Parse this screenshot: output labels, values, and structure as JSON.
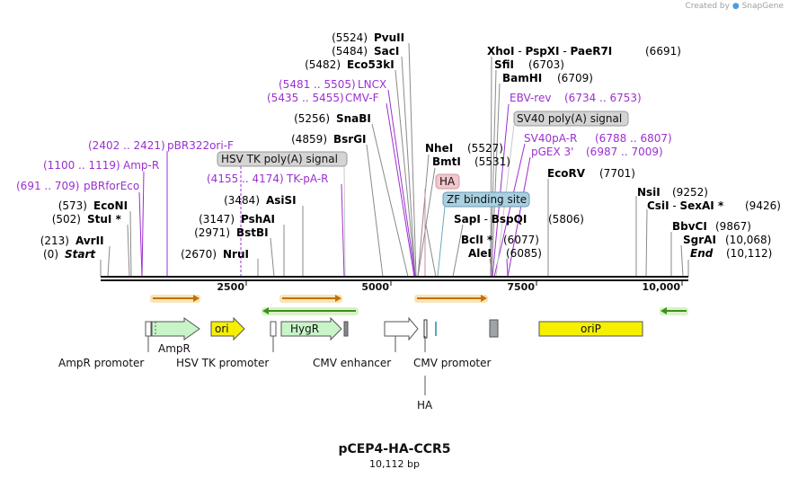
{
  "header": {
    "created_by": "Created by",
    "brand": "SnapGene"
  },
  "plasmid": {
    "name": "pCEP4-HA-CCR5",
    "size_text": "10,112 bp",
    "length": 10112
  },
  "colors": {
    "purple": "#9b30d0",
    "feature_gray": "#d4d4d4",
    "zf_blue": "#a8d0e0",
    "ha_pink": "#f2c6cf",
    "orange_arrow": "#e08a1a",
    "green_arrow": "#4caf2a",
    "amp_green": "#c8f5c8",
    "orip_yellow": "#f5f000"
  },
  "sites": [
    {
      "pos": "(5524)",
      "name": "PvuII",
      "at": 5524,
      "star": ""
    },
    {
      "pos": "(5484)",
      "name": "SacI",
      "at": 5484,
      "star": ""
    },
    {
      "pos": "(5482)",
      "name": "Eco53kI",
      "at": 5482,
      "star": ""
    },
    {
      "pos": "(5256)",
      "name": "SnaBI",
      "at": 5256,
      "star": ""
    },
    {
      "pos": "(4859)",
      "name": "BsrGI",
      "at": 4859,
      "star": ""
    },
    {
      "pos": "(3484)",
      "name": "AsiSI",
      "at": 3484,
      "star": ""
    },
    {
      "pos": "(3147)",
      "name": "PshAI",
      "at": 3147,
      "star": ""
    },
    {
      "pos": "(2971)",
      "name": "BstBI",
      "at": 2971,
      "star": ""
    },
    {
      "pos": "(2670)",
      "name": "NruI",
      "at": 2670,
      "star": ""
    },
    {
      "pos": "(573)",
      "name": "EcoNI",
      "at": 573,
      "star": ""
    },
    {
      "pos": "(502)",
      "name": "StuI",
      "at": 502,
      "star": "*"
    },
    {
      "pos": "(213)",
      "name": "AvrII",
      "at": 213,
      "star": ""
    },
    {
      "pos": "(5527)",
      "name": "NheI",
      "at": 5527,
      "star": ""
    },
    {
      "pos": "(5531)",
      "name": "BmtI",
      "at": 5531,
      "star": ""
    },
    {
      "pos": "(6703)",
      "name": "SfiI",
      "at": 6703,
      "star": ""
    },
    {
      "pos": "(6709)",
      "name": "BamHI",
      "at": 6709,
      "star": ""
    },
    {
      "pos": "(5806)",
      "name": "SapI",
      "at": 5806,
      "star": ""
    },
    {
      "pos": "(6077)",
      "name": "BclI",
      "at": 6077,
      "star": "*"
    },
    {
      "pos": "(6085)",
      "name": "AleI",
      "at": 6085,
      "star": ""
    },
    {
      "pos": "(7701)",
      "name": "EcoRV",
      "at": 7701,
      "star": ""
    },
    {
      "pos": "(9252)",
      "name": "NsiI",
      "at": 9252,
      "star": ""
    },
    {
      "pos": "(9426)",
      "name": "CsiI",
      "at": 9426,
      "star": ""
    },
    {
      "pos": "(9867)",
      "name": "BbvCI",
      "at": 9867,
      "star": ""
    },
    {
      "pos": "(10,068)",
      "name": "SgrAI",
      "at": 10068,
      "star": ""
    }
  ],
  "multi_sites": [
    {
      "names": [
        "XhoI",
        "PspXI",
        "PaeR7I"
      ],
      "pos": "(6691)",
      "at": 6691
    },
    {
      "names": [
        "SapI",
        "BspQI"
      ],
      "pos": "(5806)",
      "at": 5806
    },
    {
      "names": [
        "CsiI",
        "SexAI"
      ],
      "pos": "(9426)",
      "at": 9426
    }
  ],
  "ends": {
    "start_pos": "(0)",
    "start": "Start",
    "end": "End",
    "end_pos": "(10,112)"
  },
  "primers": [
    {
      "range": "(5481 .. 5505)",
      "name": "LNCX",
      "at": 5493
    },
    {
      "range": "(5435 .. 5455)",
      "name": "CMV-F",
      "at": 5445
    },
    {
      "range": "(2402 .. 2421)",
      "name": "pBR322ori-F",
      "at": 2411
    },
    {
      "range": "(1100 .. 1119)",
      "name": "Amp-R",
      "at": 1110
    },
    {
      "range": "(691 .. 709)",
      "name": "pBRforEco",
      "at": 700
    },
    {
      "range": "(4155 .. 4174)",
      "name": "TK-pA-R",
      "at": 4165
    },
    {
      "name": "EBV-rev",
      "range": "(6734 .. 6753)",
      "at": 6743
    },
    {
      "name": "SV40pA-R",
      "range": "(6788 .. 6807)",
      "at": 6797
    },
    {
      "name": "pGEX 3'",
      "range": "(6987 .. 7009)",
      "at": 6998
    }
  ],
  "boxed_features": [
    {
      "name": "HSV TK poly(A) signal"
    },
    {
      "name": "SV40 poly(A) signal"
    },
    {
      "name": "HA"
    },
    {
      "name": "ZF binding site"
    }
  ],
  "ticks": [
    "2500",
    "5000",
    "7500",
    "10,000"
  ],
  "track_features": [
    {
      "name": "AmpR"
    },
    {
      "name": "ori"
    },
    {
      "name": "HygR"
    },
    {
      "name": "oriP"
    }
  ],
  "bottom_labels": [
    {
      "name": "AmpR promoter"
    },
    {
      "name": "HSV TK promoter"
    },
    {
      "name": "CMV enhancer"
    },
    {
      "name": "CMV promoter"
    },
    {
      "name": "HA"
    }
  ]
}
